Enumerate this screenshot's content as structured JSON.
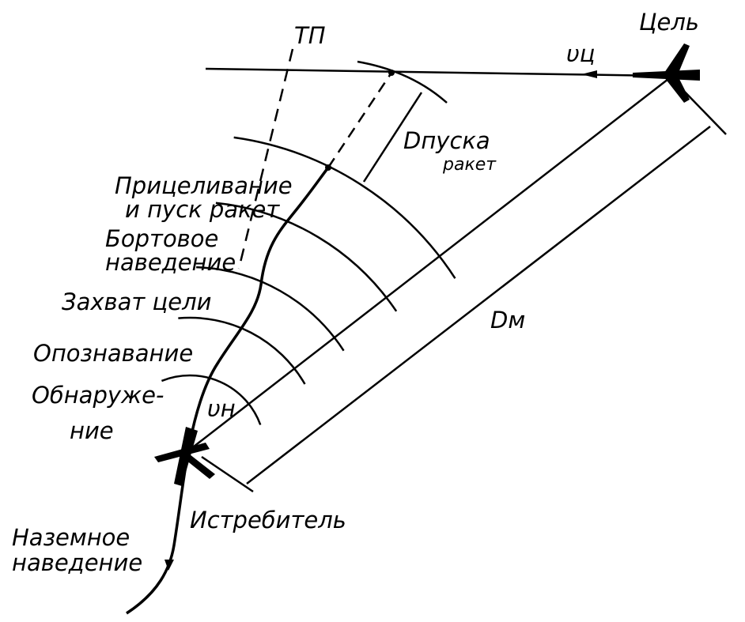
{
  "labels": {
    "tp": "ТП",
    "target": "Цель",
    "v_target": "υц",
    "d_launch_1": "Dпуска",
    "d_launch_2": "ракет",
    "aiming_1": "Прицеливание",
    "aiming_2": "и пуск ракет",
    "onboard_1": "Бортовое",
    "onboard_2": "наведение",
    "lock": "Захват цели",
    "identify": "Опознавание",
    "detect_1": "Обнаруже-",
    "detect_2": "ние",
    "v_fighter": "υн",
    "d_m": "Dм",
    "fighter": "Истребитель",
    "ground_1": "Наземное",
    "ground_2": "наведение"
  }
}
